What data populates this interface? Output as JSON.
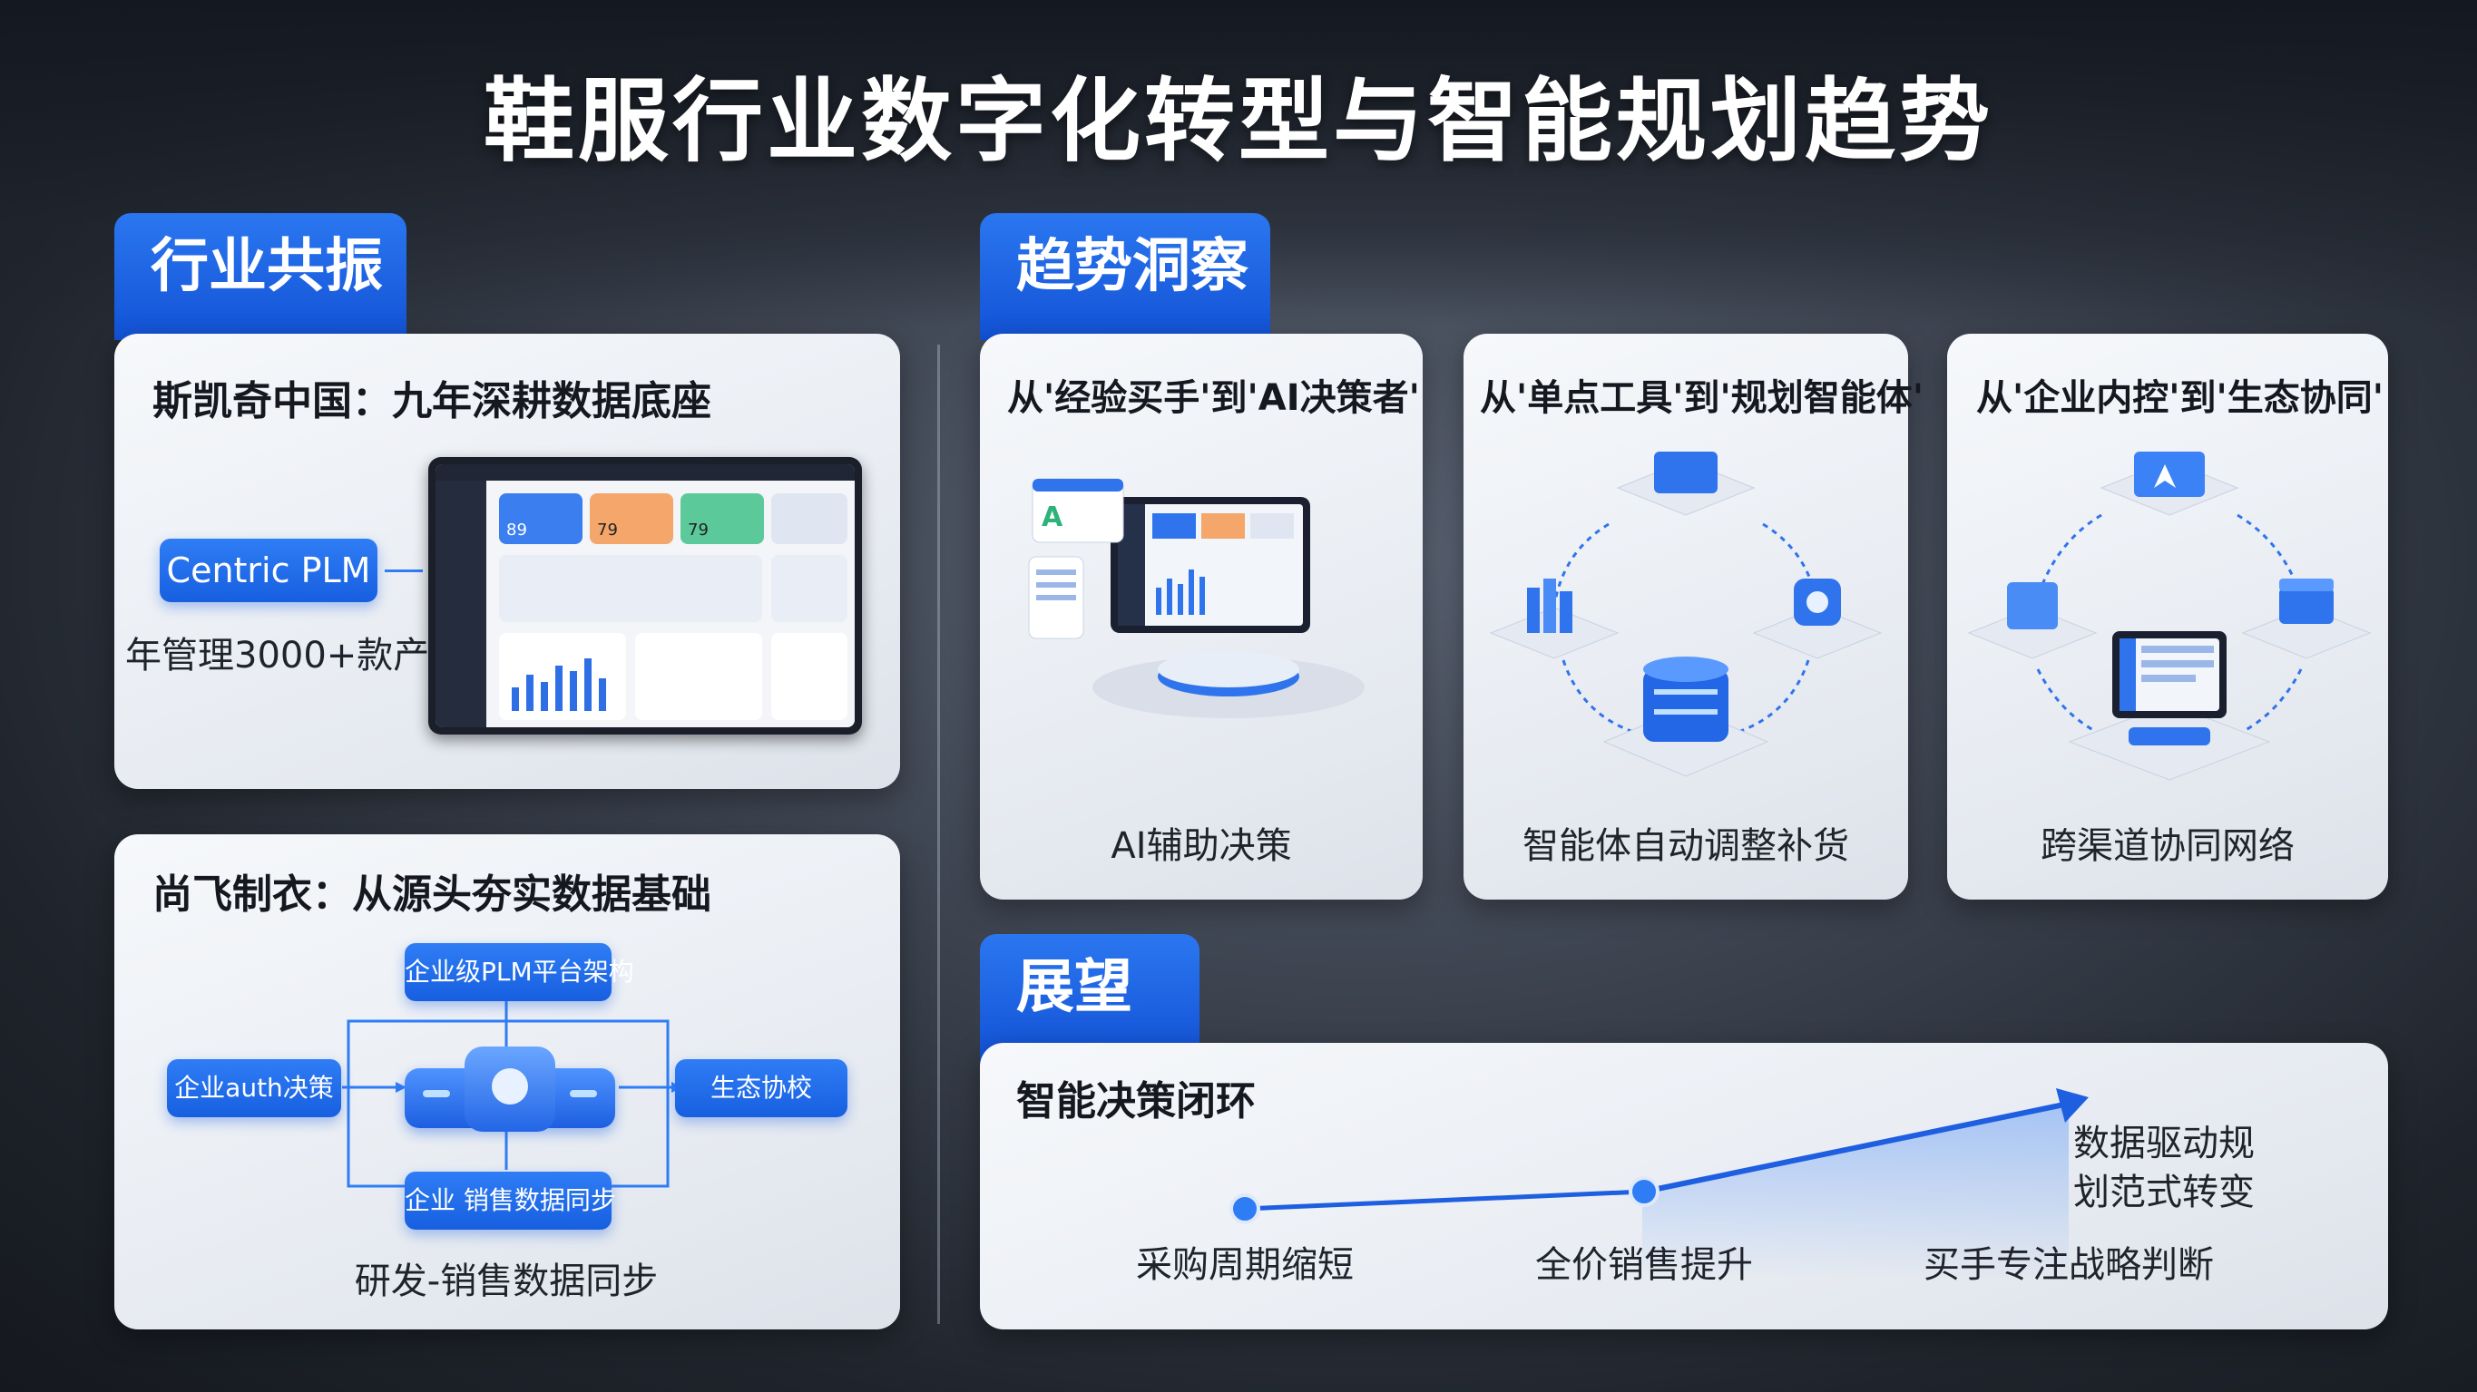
{
  "title": "鞋服行业数字化转型与智能规划趋势",
  "sections": {
    "industry": {
      "tab": "行业共振",
      "card1": {
        "title": "斯凯奇中国：九年深耕数据底座",
        "badge": "Centric PLM",
        "caption": "年管理3000+款产品",
        "dashboard_values": [
          "89",
          "79",
          "79"
        ]
      },
      "card2": {
        "title": "尚飞制衣：从源头夯实数据基础",
        "top_node": "企业级PLM平台架构",
        "left_node": "企业auth决策",
        "right_node": "生态协校",
        "bottom_node": "企业 销售数据同步",
        "caption": "研发-销售数据同步"
      }
    },
    "trends": {
      "tab": "趋势洞察",
      "cards": [
        {
          "title": "从'经验买手'到'AI决策者'",
          "caption": "AI辅助决策"
        },
        {
          "title": "从'单点工具'到'规划智能体'",
          "caption": "智能体自动调整补货"
        },
        {
          "title": "从'企业内控'到'生态协同'",
          "caption": "跨渠道协同网络"
        }
      ]
    },
    "outlook": {
      "tab": "展望",
      "card_title": "智能决策闭环",
      "milestones": [
        "采购周期缩短",
        "全价销售提升",
        "买手专注战略判断"
      ],
      "end_label_line1": "数据驱动规",
      "end_label_line2": "划范式转变"
    }
  },
  "colors": {
    "accent": "#1a5fe0",
    "card": "#eef1f6"
  }
}
